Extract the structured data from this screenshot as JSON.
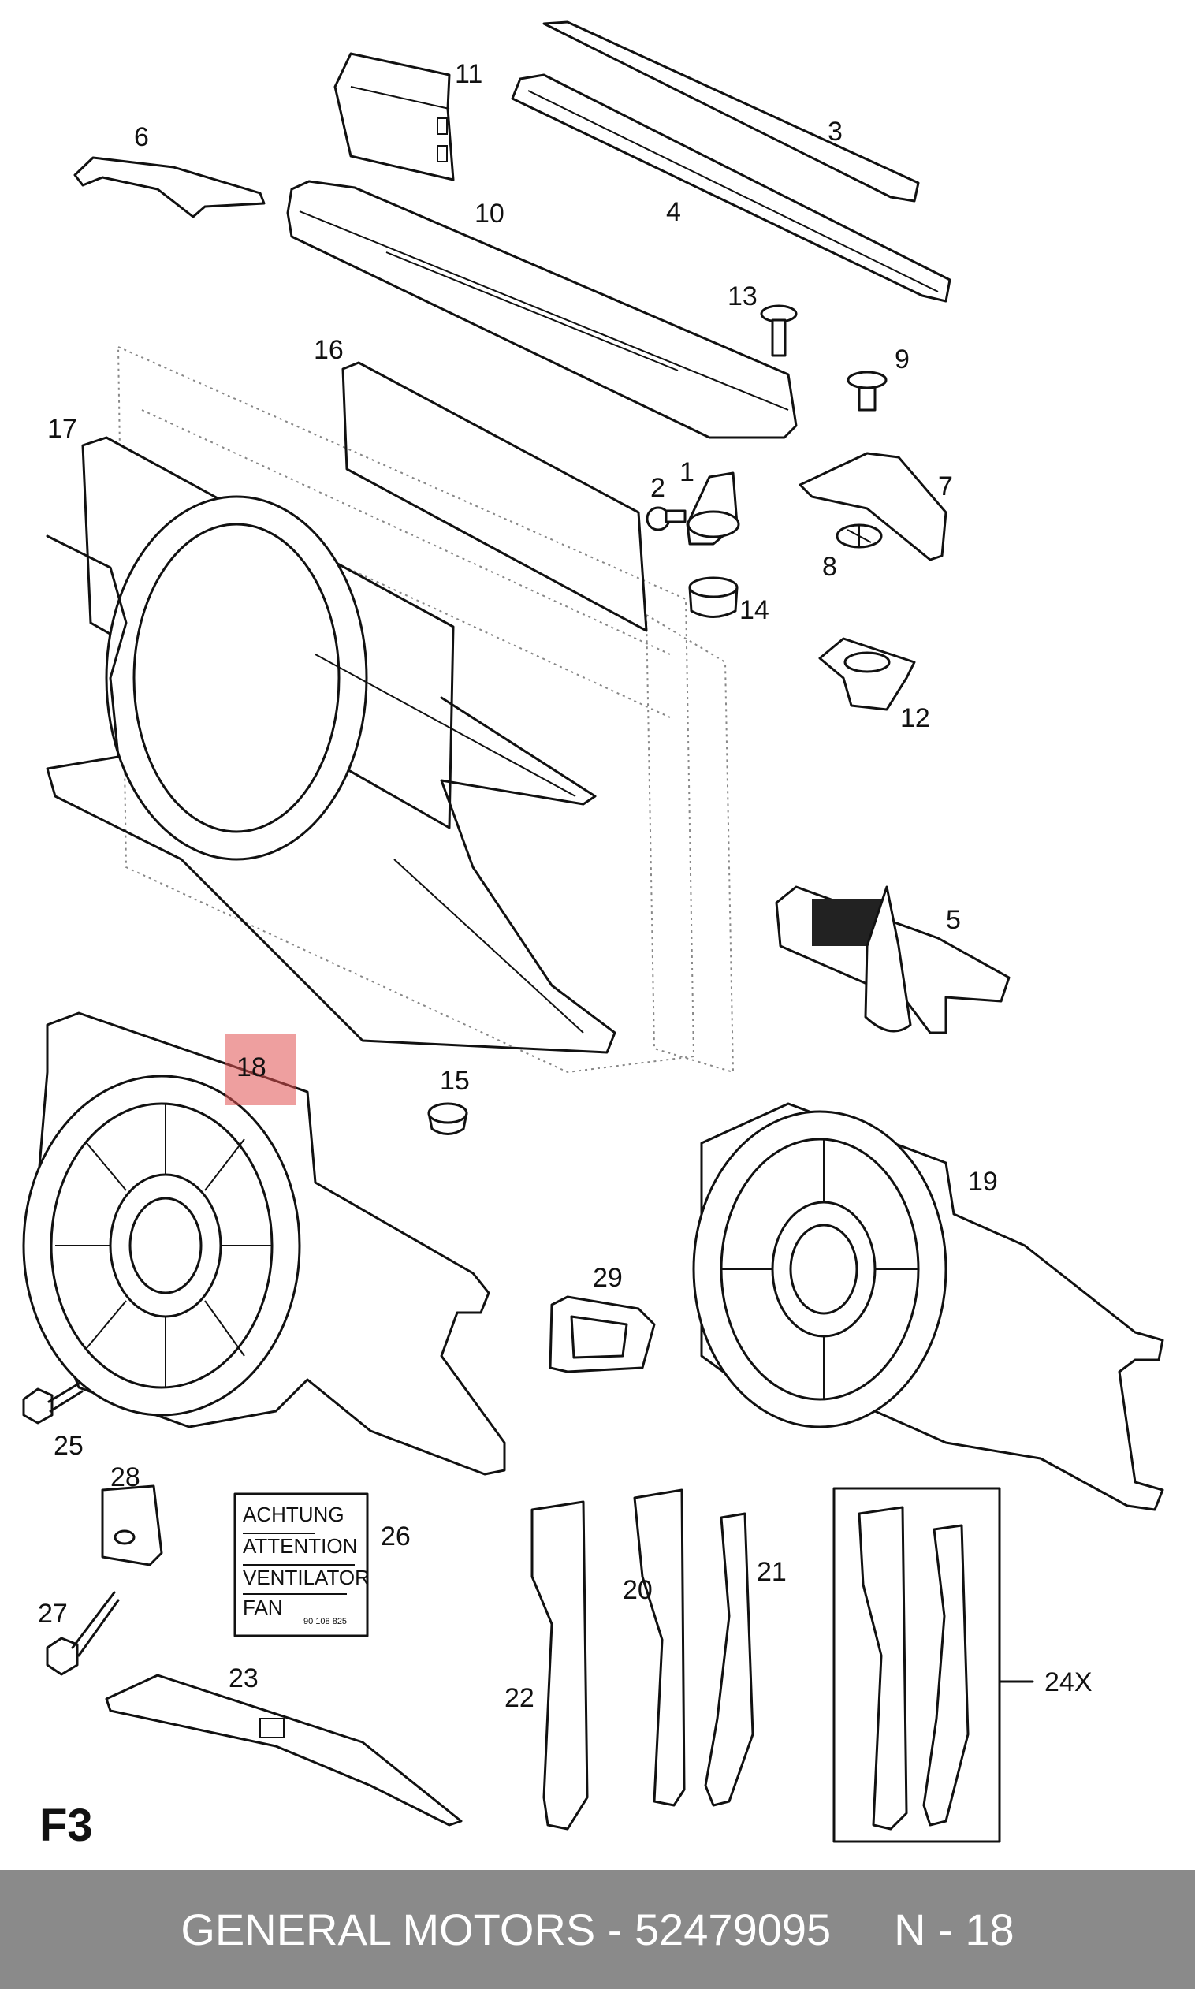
{
  "page_code": "F3",
  "highlight_color": "#e05050",
  "part_labels": {
    "p1": "1",
    "p2": "2",
    "p3": "3",
    "p4": "4",
    "p5": "5",
    "p6": "6",
    "p7": "7",
    "p8": "8",
    "p9": "9",
    "p10": "10",
    "p11": "11",
    "p12": "12",
    "p13": "13",
    "p14": "14",
    "p15": "15",
    "p16": "16",
    "p17": "17",
    "p18": "18",
    "p19": "19",
    "p20": "20",
    "p21": "21",
    "p22": "22",
    "p23": "23",
    "p24x": "24X",
    "p25": "25",
    "p26": "26",
    "p27": "27",
    "p28": "28",
    "p29": "29"
  },
  "sticker": {
    "line1": "ACHTUNG",
    "line2": "ATTENTION",
    "line3": "VENTILATOR",
    "line4": "FAN",
    "part_no": "90 108 825"
  },
  "footer": {
    "title": "GENERAL MOTORS - 52479095",
    "page": "N - 18"
  }
}
